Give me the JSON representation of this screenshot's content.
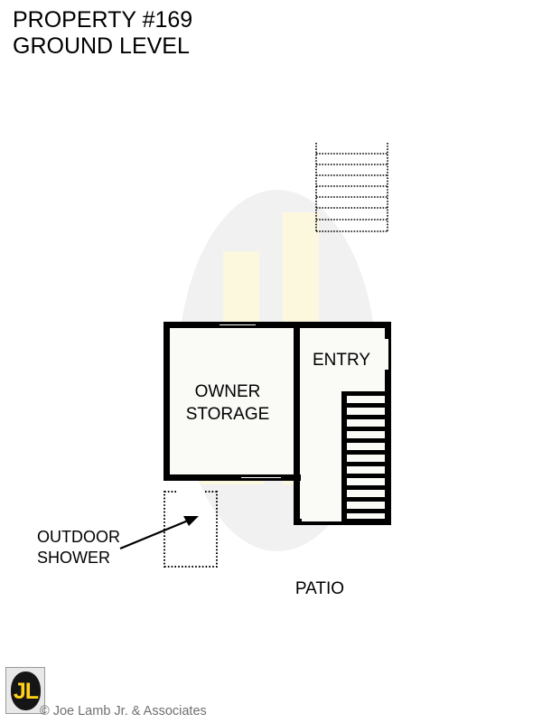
{
  "document": {
    "type": "floor-plan",
    "title_line_1": "PROPERTY #169",
    "title_line_2": "GROUND LEVEL"
  },
  "plan": {
    "rooms": [
      {
        "id": "owner-storage",
        "label_line_1": "OWNER",
        "label_line_2": "STORAGE"
      },
      {
        "id": "entry",
        "label": "ENTRY"
      }
    ],
    "exterior_areas": [
      {
        "id": "patio",
        "label": "PATIO"
      },
      {
        "id": "outdoor-shower",
        "label_line_1": "OUTDOOR",
        "label_line_2": "SHOWER"
      }
    ],
    "features": [
      {
        "id": "interior-stairs",
        "description": "stairs",
        "treads": 11
      },
      {
        "id": "upper-deck-stairs",
        "description": "dashed stairs above",
        "treads": 8
      },
      {
        "id": "storage-window-north",
        "description": "window"
      },
      {
        "id": "storage-window-south",
        "description": "window"
      },
      {
        "id": "entry-window-east",
        "description": "window"
      },
      {
        "id": "entry-door-south",
        "description": "door"
      }
    ]
  },
  "branding": {
    "logo_text": "JL",
    "copyright": "© Joe Lamb Jr. & Associates"
  },
  "colors": {
    "wall": "#000000",
    "room_fill": "#FAFAF7",
    "background": "#FFFFFF",
    "watermark_oval": "#F1F1F1",
    "watermark_letters": "#FBF8DE",
    "logo_yellow": "#FFD11A",
    "logo_dark": "#151515",
    "copyright_gray": "#6F6F6F"
  }
}
